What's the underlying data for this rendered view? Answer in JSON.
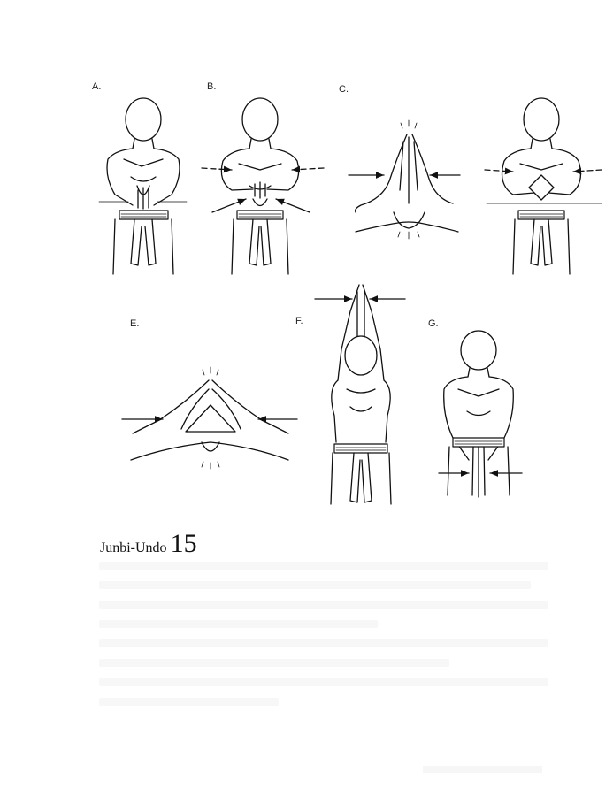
{
  "panels": {
    "a": "A.",
    "b": "B.",
    "c": "C.",
    "e": "E.",
    "f": "F.",
    "g": "G."
  },
  "footer": {
    "title": "Junbi-Undo",
    "page_number": "15"
  }
}
